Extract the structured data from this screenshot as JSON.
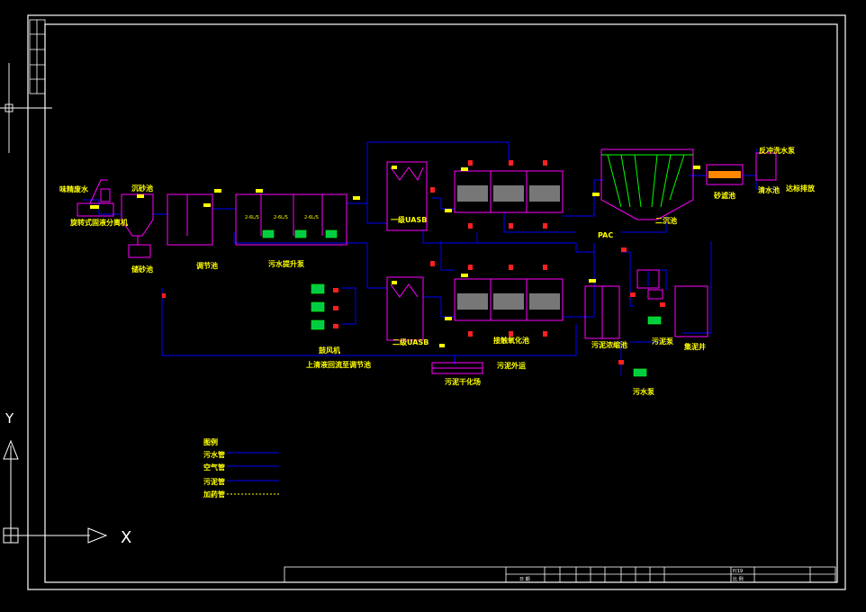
{
  "colors": {
    "background": "#000000",
    "frame": "#ffffff",
    "equipment": "#ff00ff",
    "sewage_pipe": "#0000ff",
    "label": "#ffff00",
    "valve": "#ff2020",
    "pump": "#00ff00",
    "sludge_line": "#ffff00"
  },
  "labels": {
    "inlet": "味精废水",
    "screen": "旋转式固液分离机",
    "grit_chamber_top": "沉砂池",
    "grit_tank": "储砂池",
    "equalization": "调节池",
    "lift_pump": "污水提升泵",
    "uasb1": "一级UASB",
    "uasb2": "二级UASB",
    "contact_ox": "接触氧化池",
    "clarifier": "二沉池",
    "filter": "砂滤池",
    "clear_water": "清水池",
    "discharge": "达标排放",
    "backwash_pump": "反冲洗水泵",
    "pac": "PAC",
    "sludge_thickener": "污泥浓缩池",
    "sludge_pump": "污泥泵",
    "mix_well": "集泥井",
    "blower": "鼓风机",
    "supernatant": "上清液回流至调节池",
    "drying_bed": "污泥干化场",
    "sludge_out": "污泥外运",
    "sewage_pump": "污水泵",
    "pump_tag": "2-6L/S"
  },
  "legend": {
    "title": "图例",
    "items": [
      "污水管",
      "空气管",
      "污泥管",
      "加药管"
    ]
  },
  "title_block": {
    "date": "日 期",
    "page": "P/19",
    "ratio": "比 例"
  },
  "ucs": {
    "y_axis": "Y",
    "x_axis": "X"
  }
}
